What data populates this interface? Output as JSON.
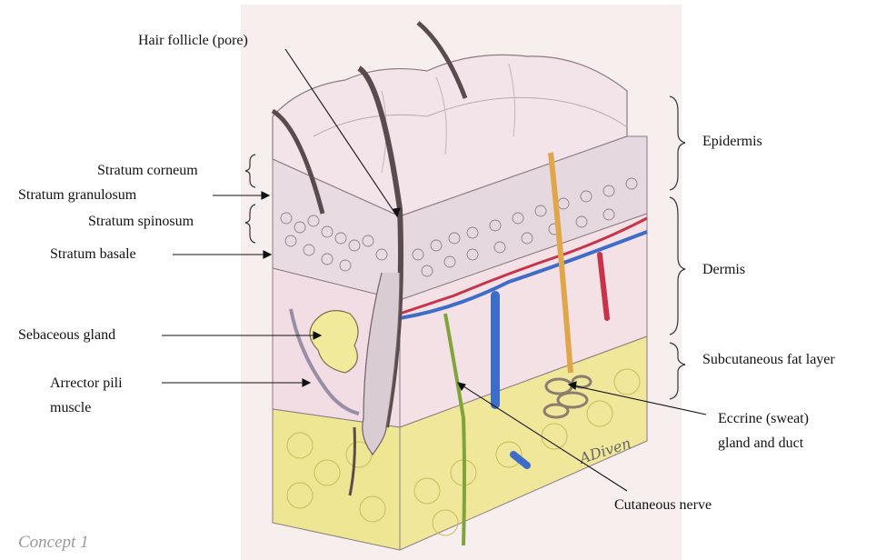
{
  "labels": {
    "hair_follicle": "Hair follicle (pore)",
    "stratum_corneum": "Stratum corneum",
    "stratum_granulosum": "Stratum granulosum",
    "stratum_spinosum": "Stratum spinosum",
    "stratum_basale": "Stratum basale",
    "sebaceous_gland": "Sebaceous gland",
    "arrector_line1": "Arrector pili",
    "arrector_line2": "muscle",
    "epidermis": "Epidermis",
    "dermis": "Dermis",
    "subcutaneous": "Subcutaneous fat layer",
    "eccrine_line1": "Eccrine (sweat)",
    "eccrine_line2": "gland and duct",
    "cutaneous_nerve": "Cutaneous nerve"
  },
  "signature": "ADiven",
  "caption": "Concept 1",
  "colors": {
    "paper": "#f7efee",
    "epidermis": "#eadfe6",
    "dermis": "#f2dbe1",
    "fat": "#eee48e",
    "artery": "#c8334a",
    "vein": "#3d6cc9",
    "nerve": "#7ea53a",
    "sweat_duct": "#e0a64a",
    "hair": "#5a4c4c"
  }
}
